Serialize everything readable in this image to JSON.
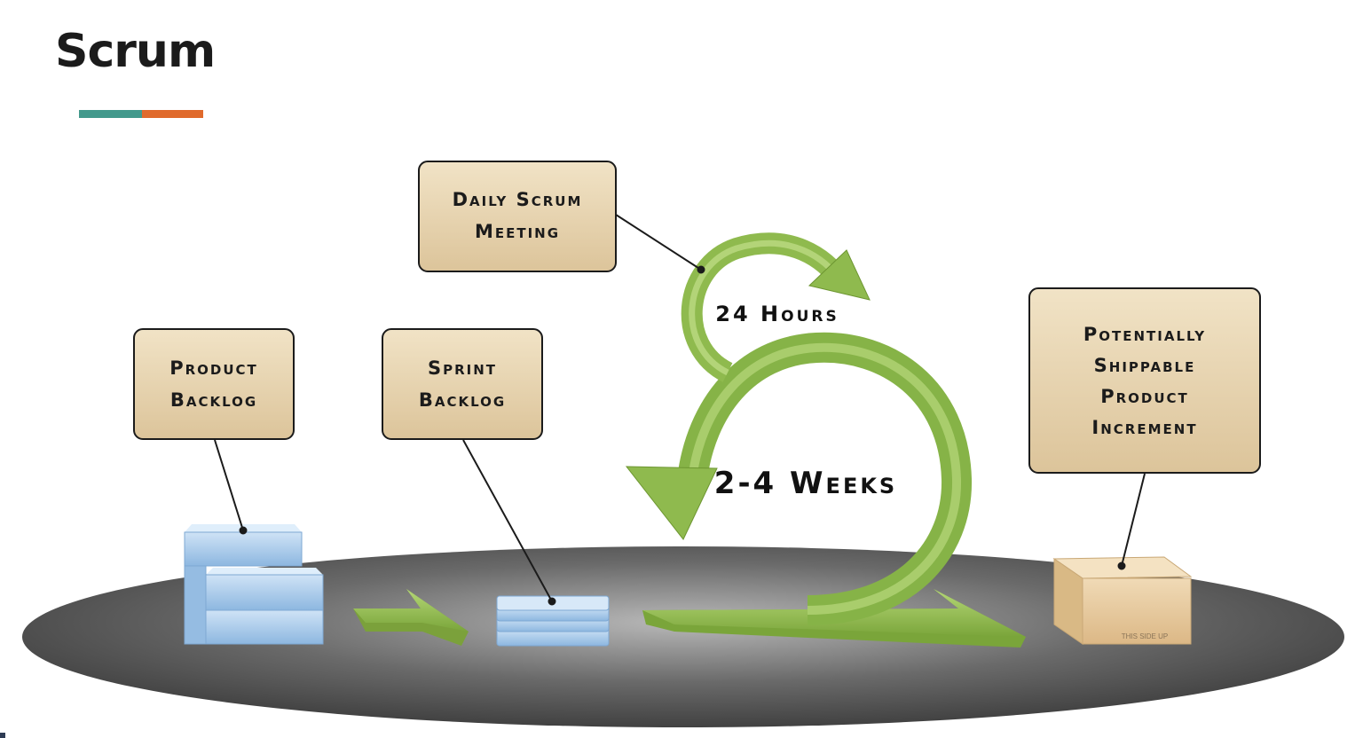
{
  "title": "Scrum",
  "colors": {
    "accent_teal": "#43998c",
    "accent_orange": "#e06a2c",
    "callout_fill": "#e6d2ad",
    "arrow_green": "#8fba4e",
    "platform": "#4a4a4a",
    "box_cardboard": "#e7caa0",
    "stack_blue": "#a8cbea"
  },
  "callouts": {
    "daily_scrum": [
      "Daily Scrum",
      "Meeting"
    ],
    "product_backlog": [
      "Product",
      "Backlog"
    ],
    "sprint_backlog": [
      "Sprint",
      "Backlog"
    ],
    "increment": [
      "Potentially",
      "Shippable",
      "Product",
      "Increment"
    ]
  },
  "labels": {
    "hours": "24 Hours",
    "weeks": "2-4 Weeks",
    "box_marking": "THIS SIDE UP"
  },
  "icons": [
    "product-backlog-stack-icon",
    "sprint-backlog-stack-icon",
    "shippable-box-icon",
    "cycle-arrow-icon"
  ]
}
